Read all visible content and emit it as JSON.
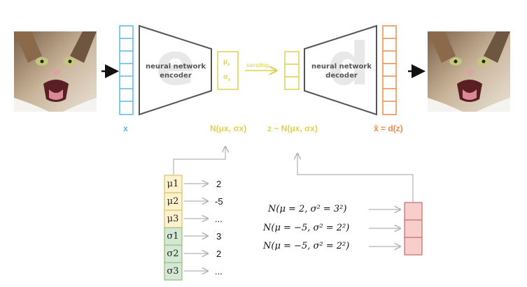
{
  "input": {
    "label": "x"
  },
  "encoder": {
    "letter": "e",
    "line1": "neural network",
    "line2": "encoder"
  },
  "latent_params": {
    "mu": "μ",
    "sigma": "σ",
    "sub": "x"
  },
  "sampling_label": "sampling",
  "decoder": {
    "letter": "d",
    "line1": "neural network",
    "line2": "decoder"
  },
  "labels": {
    "distribution": "N(μx, σx)",
    "z": "z ~ N(μx, σx)",
    "output": "x̂ = d(z)"
  },
  "params_table": [
    {
      "symbol": "μ1",
      "value": "2",
      "group": "mu"
    },
    {
      "symbol": "μ2",
      "value": "-5",
      "group": "mu"
    },
    {
      "symbol": "μ3",
      "value": "...",
      "group": "mu"
    },
    {
      "symbol": "σ1",
      "value": "3",
      "group": "sigma"
    },
    {
      "symbol": "σ2",
      "value": "2",
      "group": "sigma"
    },
    {
      "symbol": "σ3",
      "value": "...",
      "group": "sigma"
    }
  ],
  "distributions": [
    "N(μ = 2, σ² = 3²)",
    "N(μ = −5, σ² = 2²)",
    "N(μ = −5, σ² = 2²)"
  ],
  "colors": {
    "blue": "#5bb8e2",
    "yellow": "#ddd24f",
    "orange": "#f08a46",
    "mu_fill": "#fff2cc",
    "mu_stroke": "#d6b656",
    "sigma_fill": "#d5e8d4",
    "sigma_stroke": "#82b366",
    "z_fill": "#f8cecc",
    "z_stroke": "#b85450",
    "arrow_gray": "#b3b3b3"
  }
}
